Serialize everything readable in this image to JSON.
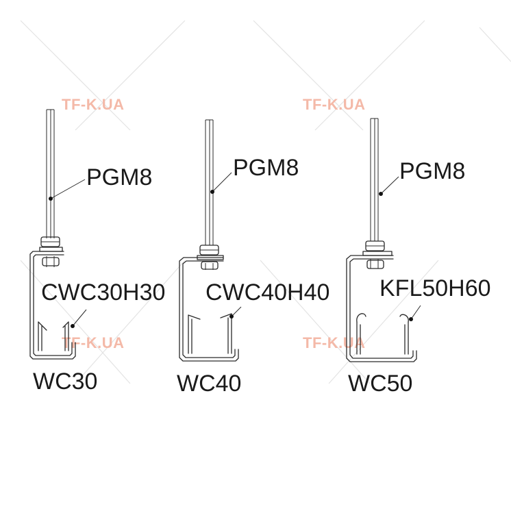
{
  "watermark": {
    "text": "TF-K.UA",
    "color": "#f4b9a8"
  },
  "assemblies": [
    {
      "rod_label": "PGM8",
      "clip_label": "CWC30H30",
      "profile_label": "WC30"
    },
    {
      "rod_label": "PGM8",
      "clip_label": "CWC40H40",
      "profile_label": "WC40"
    },
    {
      "rod_label": "PGM8",
      "clip_label": "KFL50H60",
      "profile_label": "WC50"
    }
  ],
  "colors": {
    "line": "#2a2a2a",
    "text": "#1a1a1a",
    "background": "#ffffff"
  }
}
